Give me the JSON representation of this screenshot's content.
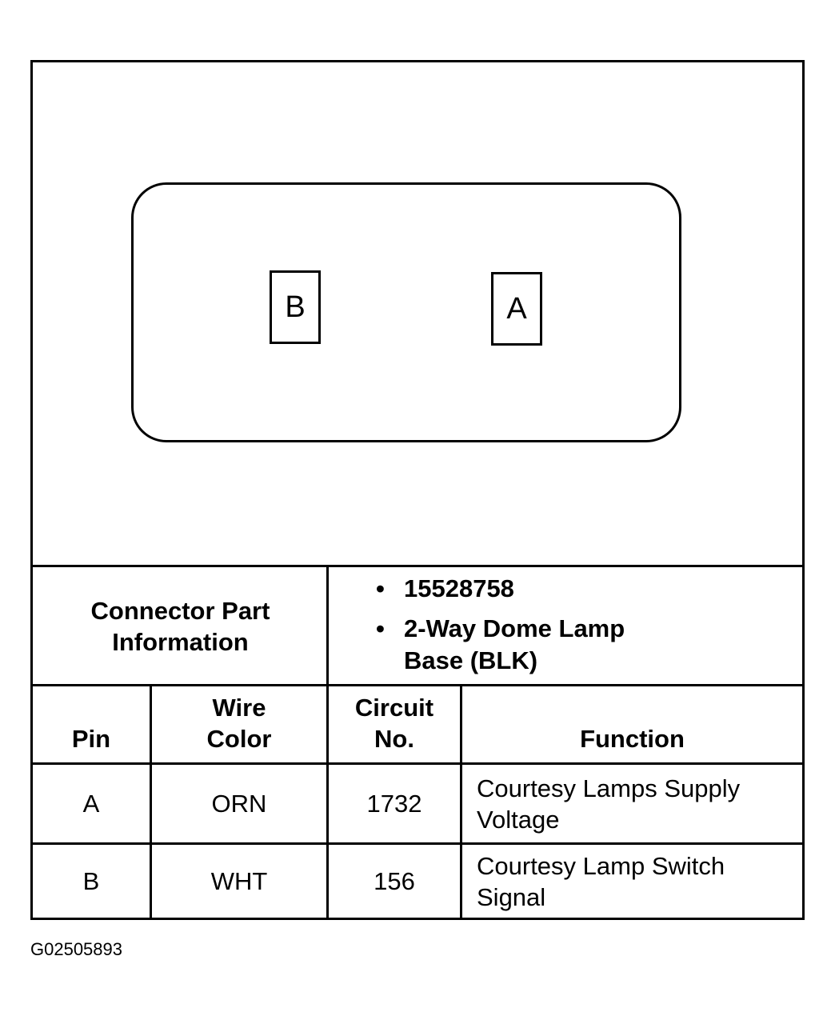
{
  "connector": {
    "cavities": [
      {
        "label": "B"
      },
      {
        "label": "A"
      }
    ]
  },
  "part_info": {
    "label_line1": "Connector Part",
    "label_line2": "Information",
    "bullets": [
      {
        "line1": "15528758",
        "line2": ""
      },
      {
        "line1": "2-Way Dome Lamp",
        "line2": "Base (BLK)"
      }
    ]
  },
  "table": {
    "headers": {
      "pin": "Pin",
      "wire_line1": "Wire",
      "wire_line2": "Color",
      "circuit_line1": "Circuit",
      "circuit_line2": "No.",
      "function": "Function"
    },
    "rows": [
      {
        "pin": "A",
        "wire": "ORN",
        "circuit": "1732",
        "function_line1": "Courtesy Lamps Supply",
        "function_line2": "Voltage"
      },
      {
        "pin": "B",
        "wire": "WHT",
        "circuit": "156",
        "function_line1": "Courtesy Lamp Switch",
        "function_line2": "Signal"
      }
    ]
  },
  "figure_id": "G02505893"
}
